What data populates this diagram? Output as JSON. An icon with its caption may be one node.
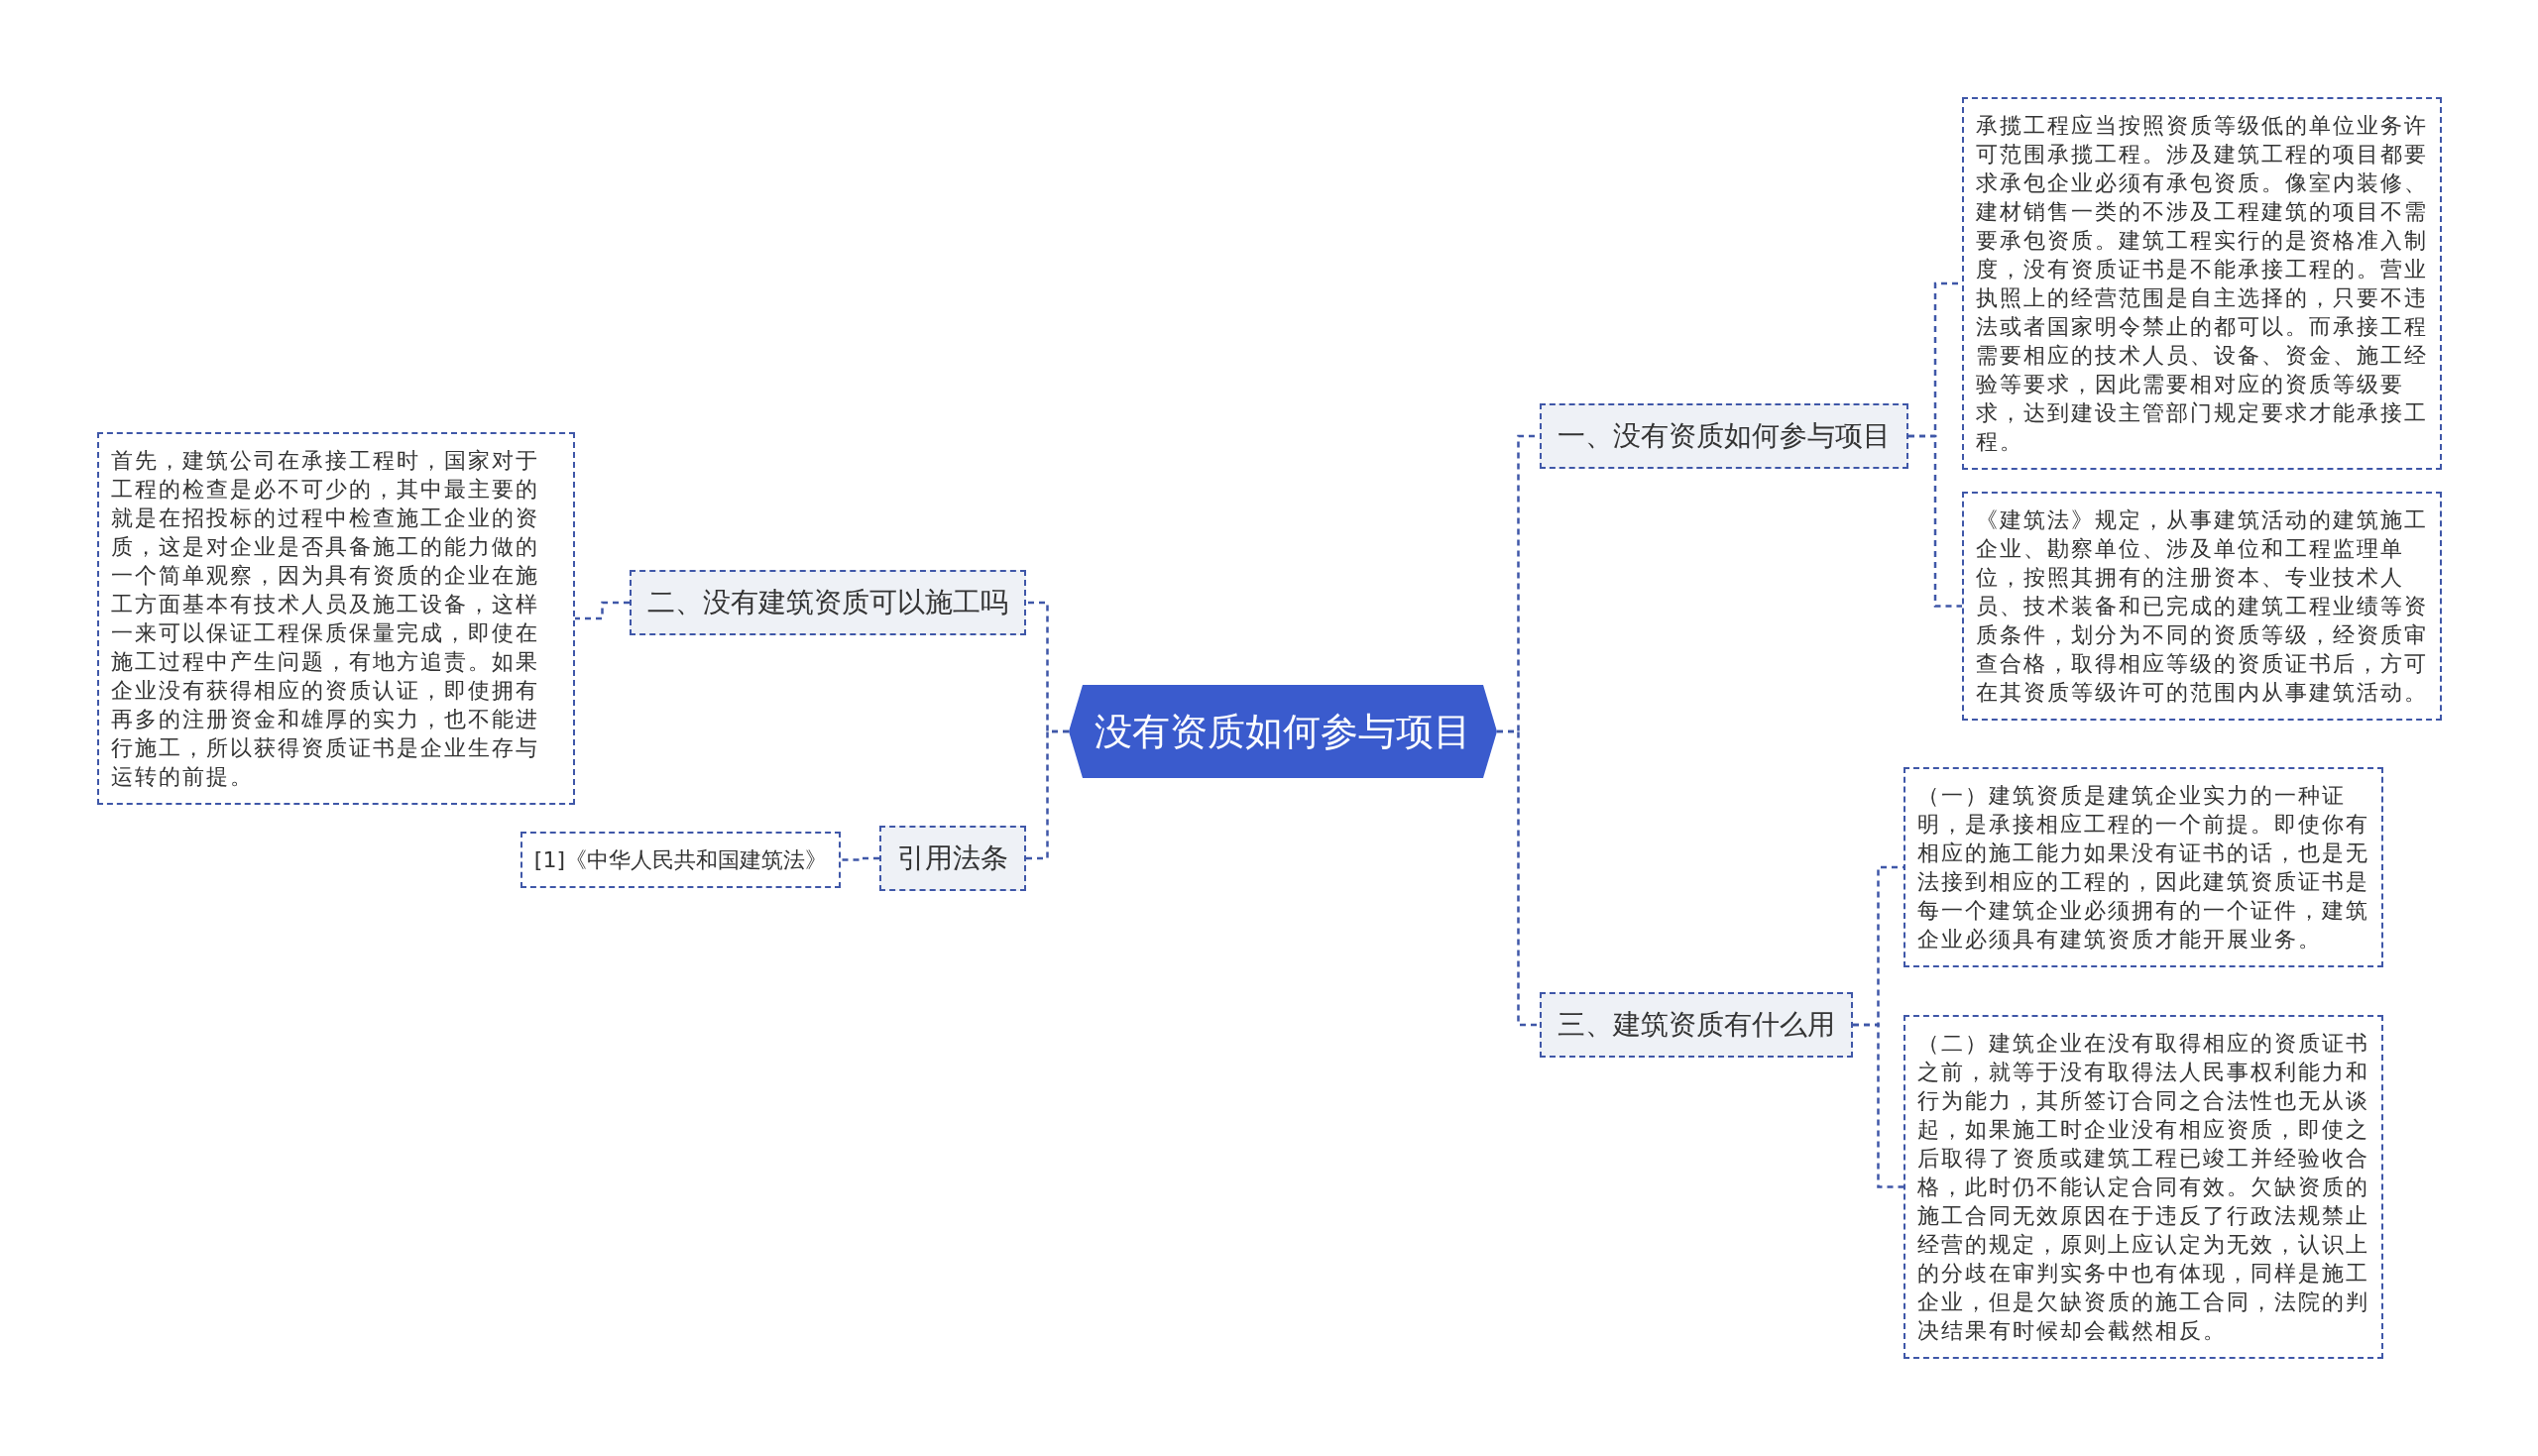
{
  "diagram": {
    "nodes": [
      {
        "text": [
          "没有资质如何参与项目"
        ]
      },
      {
        "text": [
          "一、没有资质如何参与项目"
        ]
      },
      {
        "text": [
          "承揽工程应当按照资质等级低的单位业务许可范围承揽工程。涉及建筑工程的项目都要求承包企业必须有承包资质。像室内装修、建材销售一类的不涉及工程建筑的项目不需要承包资质。建筑工程实行的是资格准入制度，没有资质证书是不能承接工程的。营业执照上的经营范围是自主选择的，只要不违法或者国家明令禁止的都可以。而承接工程需要相应的技术人员、设备、资金、施工经验等要求，因此需要相对应的资质等级要求，达到建设主管部门规定要求才能承接工程。"
        ]
      },
      {
        "text": [
          "《建筑法》规定，从事建筑活动的建筑施工企业、勘察单位、涉及单位和工程监理单位，按照其拥有的注册资本、专业技术人员、技术装备和已完成的建筑工程业绩等资质条件，划分为不同的资质等级，经资质审查合格，取得相应等级的资质证书后，方可在其资质等级许可的范围内从事建筑活动。"
        ]
      },
      {
        "text": [
          "二、没有建筑资质可以施工吗"
        ]
      },
      {
        "text": [
          "首先，建筑公司在承接工程时，国家对于工程的检查是必不可少的，其中最主要的就是在招投标的过程中检查施工企业的资质，这是对企业是否具备施工的能力做的一个简单观察，因为具有资质的企业在施工方面基本有技术人员及施工设备，这样一来可以保证工程保质保量完成，即使在施工过程中产生问题，有地方追责。如果企业没有获得相应的资质认证，即使拥有再多的注册资金和雄厚的实力，也不能进行施工，所以获得资质证书是企业生存与运转的前提。"
        ]
      },
      {
        "text": [
          "三、建筑资质有什么用"
        ]
      },
      {
        "text": [
          "（一）建筑资质是建筑企业实力的一种证明，是承接相应工程的一个前提。即使你有相应的施工能力如果没有证书的话，也是无法接到相应的工程的，因此建筑资质证书是每一个建筑企业必须拥有的一个证件，建筑企业必须具有建筑资质才能开展业务。"
        ]
      },
      {
        "text": [
          "（二）建筑企业在没有取得相应的资质证书之前，就等于没有取得法人民事权利能力和行为能力，其所签订合同之合法性也无从谈起，如果施工时企业没有相应资质，即使之后取得了资质或建筑工程已竣工并经验收合格，此时仍不能认定合同有效。欠缺资质的施工合同无效原因在于违反了行政法规禁止经营的规定，原则上应认定为无效，认识上的分歧在审判实务中也有体现，同样是施工企业，但是欠缺资质的施工合同，法院的判决结果有时候却会截然相反。"
        ]
      },
      {
        "text": [
          "引用法条"
        ]
      },
      {
        "text": [
          "[1]《中华人民共和国建筑法》"
        ]
      }
    ],
    "edges": [
      {
        "from": 0,
        "to": 1,
        "arrow": "none"
      },
      {
        "from": 1,
        "to": 2,
        "arrow": "none"
      },
      {
        "from": 1,
        "to": 3,
        "arrow": "none"
      },
      {
        "from": 0,
        "to": 4,
        "arrow": "none"
      },
      {
        "from": 4,
        "to": 5,
        "arrow": "none"
      },
      {
        "from": 0,
        "to": 6,
        "arrow": "none"
      },
      {
        "from": 6,
        "to": 7,
        "arrow": "none"
      },
      {
        "from": 6,
        "to": 8,
        "arrow": "none"
      },
      {
        "from": 0,
        "to": 9,
        "arrow": "none"
      },
      {
        "from": 9,
        "to": 10,
        "arrow": "none"
      }
    ]
  }
}
